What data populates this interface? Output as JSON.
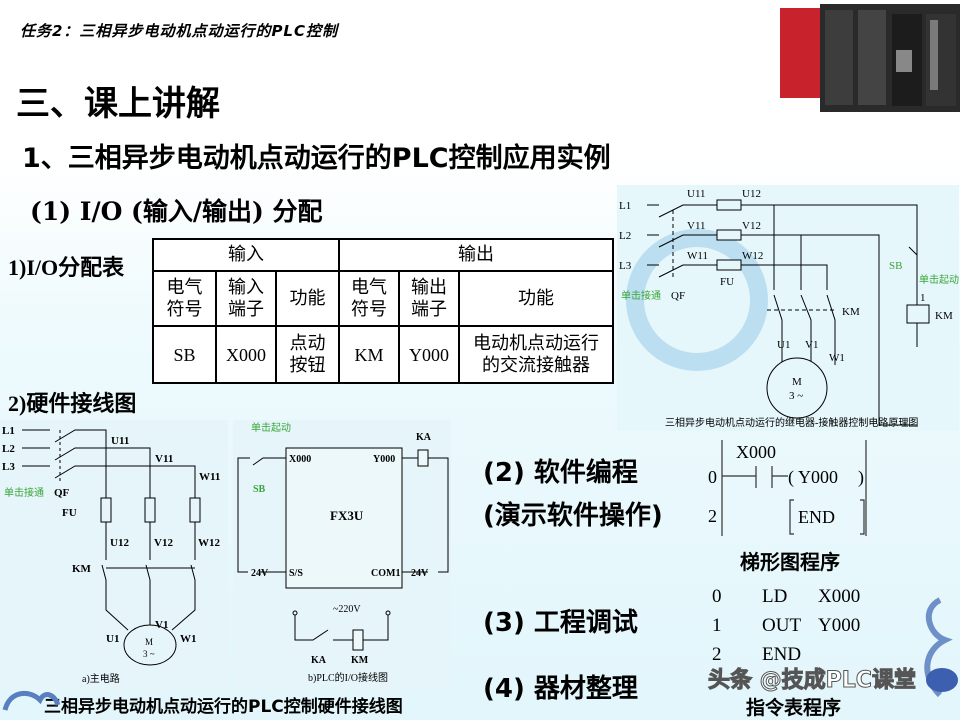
{
  "header": "任务2：三相异步电动机点动运行的PLC控制",
  "section_title": "三、课上讲解",
  "subtitle": "1、三相异步电动机点动运行的PLC控制应用实例",
  "io_heading": "(1) I/O (输入/输出) 分配",
  "io_table_label": "1)I/O分配表",
  "io_table": {
    "group_headers": [
      "输入",
      "输出"
    ],
    "columns": [
      "电气\n符号",
      "输入\n端子",
      "功能",
      "电气\n符号",
      "输出\n端子",
      "功能"
    ],
    "rows": [
      [
        "SB",
        "X000",
        "点动\n按钮",
        "KM",
        "Y000",
        "电动机点动运行\n的交流接触器"
      ]
    ]
  },
  "wiring_label": "2)硬件接线图",
  "relay_diagram": {
    "labels": {
      "l1": "L1",
      "l2": "L2",
      "l3": "L3",
      "u11": "U11",
      "v11": "V11",
      "w11": "W11",
      "u12": "U12",
      "v12": "V12",
      "w12": "W12",
      "fu": "FU",
      "qf": "QF",
      "qf_note": "单击接通",
      "sb": "SB",
      "sb_note": "单击起动",
      "km": "KM",
      "km_coil": "KM",
      "coil_no": "1",
      "u1": "U1",
      "v1": "V1",
      "w1": "W1",
      "m": "M",
      "m_phase": "3 ~"
    },
    "caption": "三相异步电动机点动运行的继电器-接触器控制电路原理图"
  },
  "main_circuit": {
    "labels": {
      "l1": "L1",
      "l2": "L2",
      "l3": "L3",
      "u11": "U11",
      "v11": "V11",
      "w11": "W11",
      "qf": "QF",
      "qf_note": "单击接通",
      "fu": "FU",
      "u12": "U12",
      "v12": "V12",
      "w12": "W12",
      "km": "KM",
      "u1": "U1",
      "v1": "V1",
      "w1": "W1",
      "m": "M",
      "m_phase": "3 ~"
    },
    "caption": "a)主电路"
  },
  "plc_io_diagram": {
    "labels": {
      "sb_note": "单击起动",
      "sb": "SB",
      "x000": "X000",
      "y000": "Y000",
      "ka": "KA",
      "plc": "FX3U",
      "ss": "S/S",
      "com1": "COM1",
      "v24_left": "24V",
      "v24_right": "24V",
      "v220": "~220V",
      "ka2": "KA",
      "km": "KM"
    },
    "caption": "b)PLC的I/O接线图"
  },
  "wiring_caption": "三相异步电动机点动运行的PLC控制硬件接线图",
  "software_heading": "(2) 软件编程",
  "software_note": "(演示软件操作)",
  "ladder": {
    "contact": "X000",
    "coil": "Y000",
    "end": "END",
    "step0": "0",
    "step2": "2",
    "caption": "梯形图程序"
  },
  "debug_heading": "(3) 工程调试",
  "organize_heading": "(4) 器材整理",
  "instruction_list": {
    "rows": [
      [
        "0",
        "LD",
        "X000"
      ],
      [
        "1",
        "OUT",
        "Y000"
      ],
      [
        "2",
        "END",
        ""
      ]
    ],
    "caption": "指令表程序"
  },
  "watermark": "头条 @技成PLC课堂",
  "colors": {
    "green_note": "#3aa53a",
    "diagram_bg": "#e6f7fb",
    "plc_red": "#c8232c"
  }
}
